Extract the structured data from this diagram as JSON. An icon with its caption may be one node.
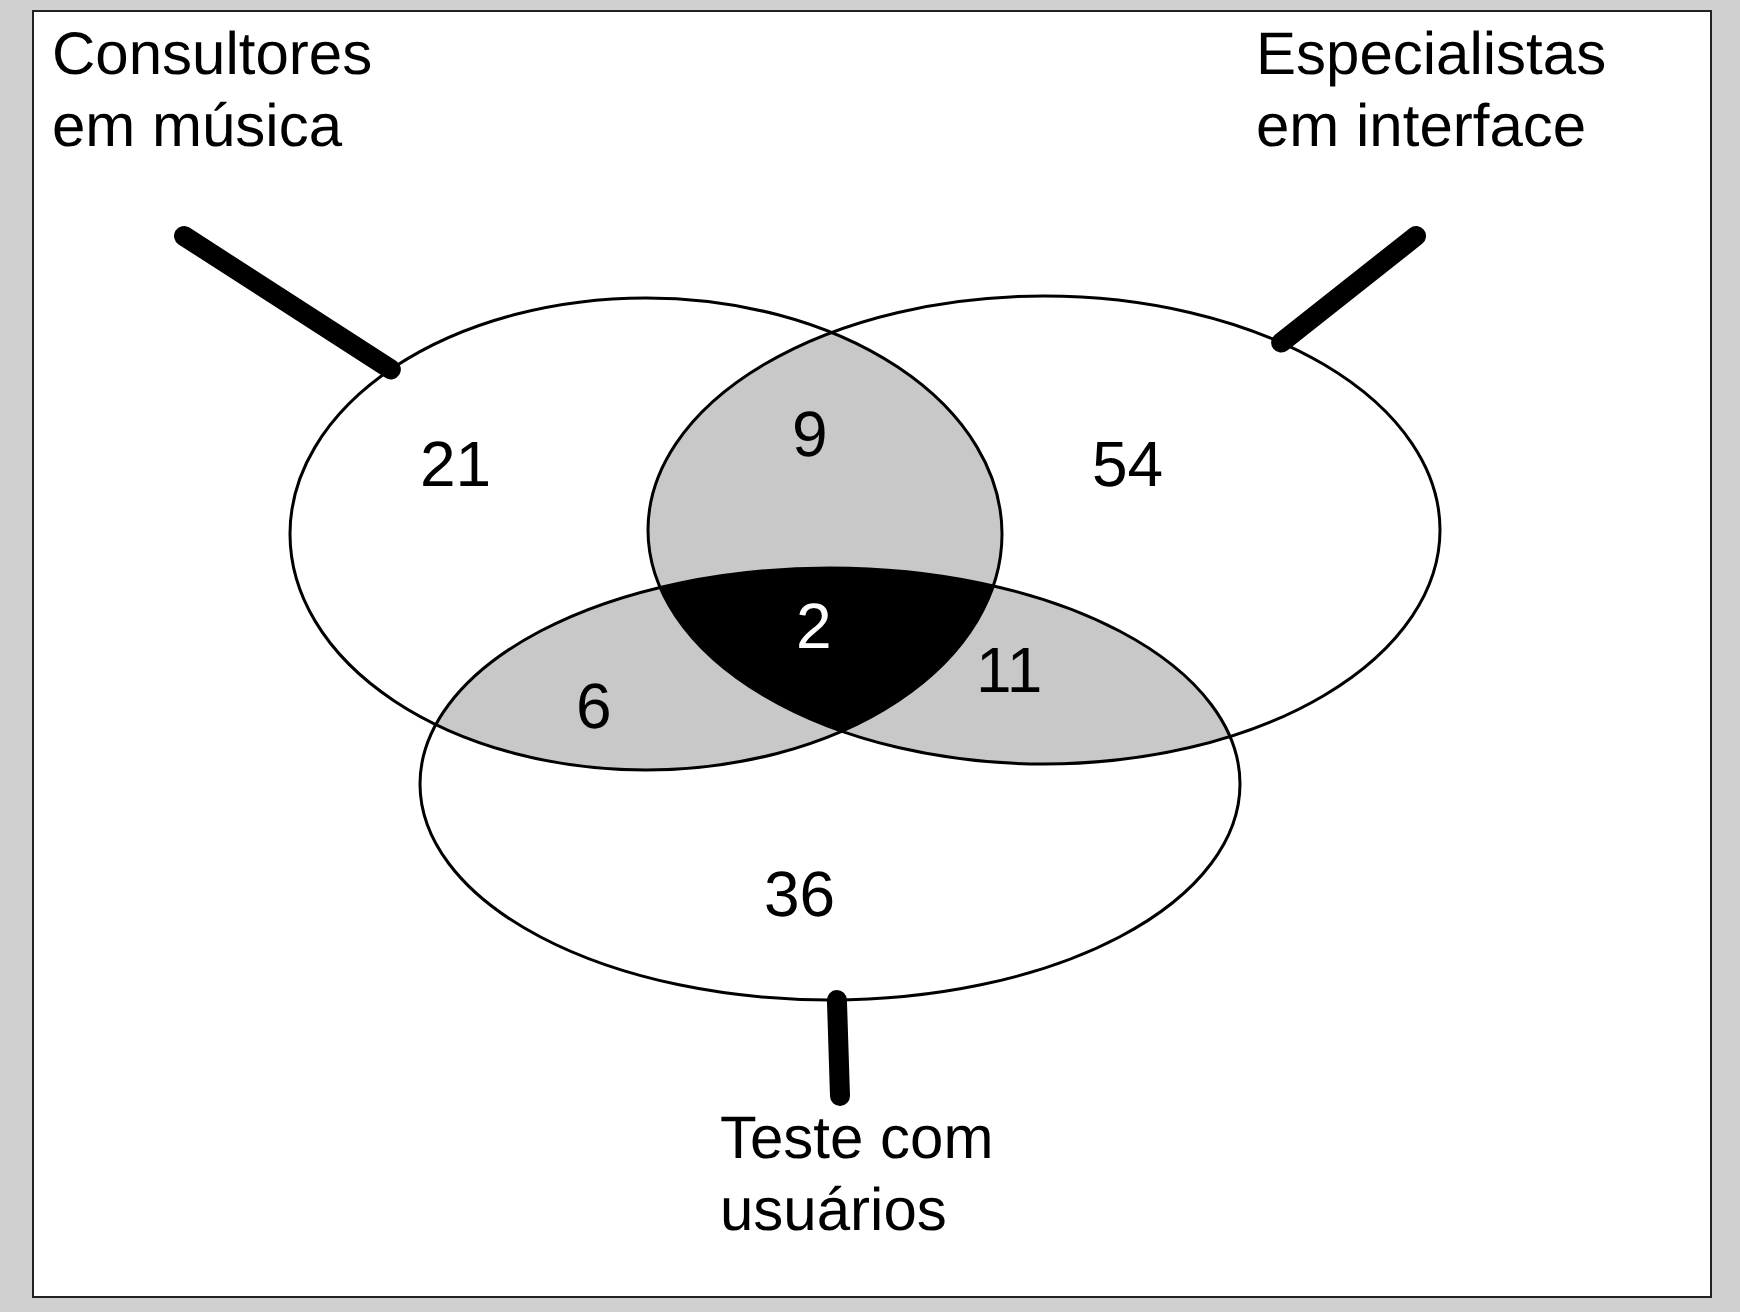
{
  "diagram": {
    "nodes": [
      {
        "text": [
          "Consultores em música"
        ]
      },
      {
        "text": [
          "Especialistas em interface"
        ]
      },
      {
        "text": [],
        "shape": "ellipse"
      },
      {
        "text": [],
        "shape": "ellipse"
      },
      {
        "text": [],
        "shape": "ellipse"
      },
      {
        "text": [
          "Teste com usuários"
        ]
      }
    ],
    "edges": [
      {
        "from": 0,
        "to": 2,
        "arrow": "none"
      },
      {
        "from": 1,
        "to": 3,
        "arrow": "none"
      },
      {
        "from": 5,
        "to": 4,
        "arrow": "none"
      }
    ],
    "labels": [
      "21",
      "9",
      "54",
      "6",
      "2",
      "11",
      "36"
    ]
  }
}
